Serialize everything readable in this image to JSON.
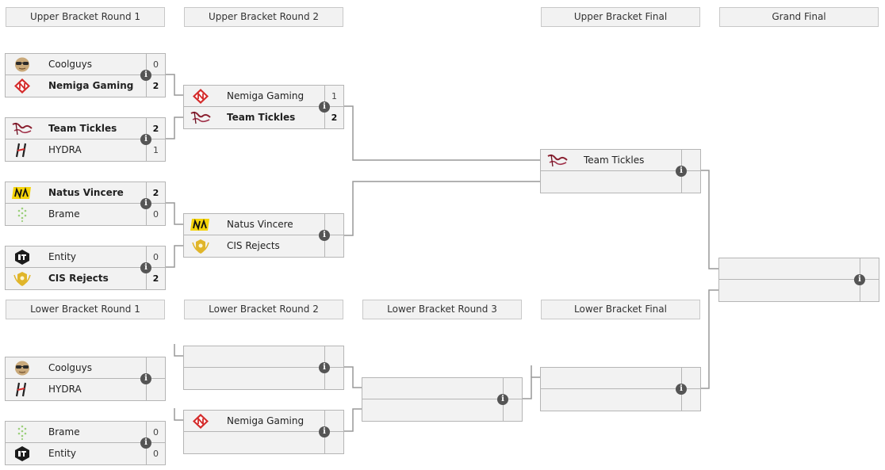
{
  "headers": {
    "ub_r1": "Upper Bracket Round 1",
    "ub_r2": "Upper Bracket Round 2",
    "ub_final": "Upper Bracket Final",
    "grand_final": "Grand Final",
    "lb_r1": "Lower Bracket Round 1",
    "lb_r2": "Lower Bracket Round 2",
    "lb_r3": "Lower Bracket Round 3",
    "lb_final": "Lower Bracket Final"
  },
  "matches": {
    "ub1_m1": {
      "top": {
        "name": "Coolguys",
        "score": "0"
      },
      "bottom": {
        "name": "Nemiga Gaming",
        "score": "2"
      }
    },
    "ub1_m2": {
      "top": {
        "name": "Team Tickles",
        "score": "2"
      },
      "bottom": {
        "name": "HYDRA",
        "score": "1"
      }
    },
    "ub1_m3": {
      "top": {
        "name": "Natus Vincere",
        "score": "2"
      },
      "bottom": {
        "name": "Brame",
        "score": "0"
      }
    },
    "ub1_m4": {
      "top": {
        "name": "Entity",
        "score": "0"
      },
      "bottom": {
        "name": "CIS Rejects",
        "score": "2"
      }
    },
    "ub2_m1": {
      "top": {
        "name": "Nemiga Gaming",
        "score": "1"
      },
      "bottom": {
        "name": "Team Tickles",
        "score": "2"
      }
    },
    "ub2_m2": {
      "top": {
        "name": "Natus Vincere",
        "score": ""
      },
      "bottom": {
        "name": "CIS Rejects",
        "score": ""
      }
    },
    "ubf": {
      "top": {
        "name": "Team Tickles",
        "score": ""
      },
      "bottom": {
        "name": "",
        "score": ""
      }
    },
    "gf": {
      "top": {
        "name": "",
        "score": ""
      },
      "bottom": {
        "name": "",
        "score": ""
      }
    },
    "lb1_m1": {
      "top": {
        "name": "Coolguys",
        "score": ""
      },
      "bottom": {
        "name": "HYDRA",
        "score": ""
      }
    },
    "lb1_m2": {
      "top": {
        "name": "Brame",
        "score": "0"
      },
      "bottom": {
        "name": "Entity",
        "score": "0"
      }
    },
    "lb2_m1": {
      "top": {
        "name": "",
        "score": ""
      },
      "bottom": {
        "name": "",
        "score": ""
      }
    },
    "lb2_m2": {
      "top": {
        "name": "Nemiga Gaming",
        "score": ""
      },
      "bottom": {
        "name": "",
        "score": ""
      }
    },
    "lb3": {
      "top": {
        "name": "",
        "score": ""
      },
      "bottom": {
        "name": "",
        "score": ""
      }
    },
    "lbf": {
      "top": {
        "name": "",
        "score": ""
      },
      "bottom": {
        "name": "",
        "score": ""
      }
    }
  },
  "info_glyph": "i",
  "colors": {
    "border": "#b5b5b5",
    "slot_bg": "#f2f2f2",
    "connector": "#999999",
    "info_icon": "#555555"
  }
}
